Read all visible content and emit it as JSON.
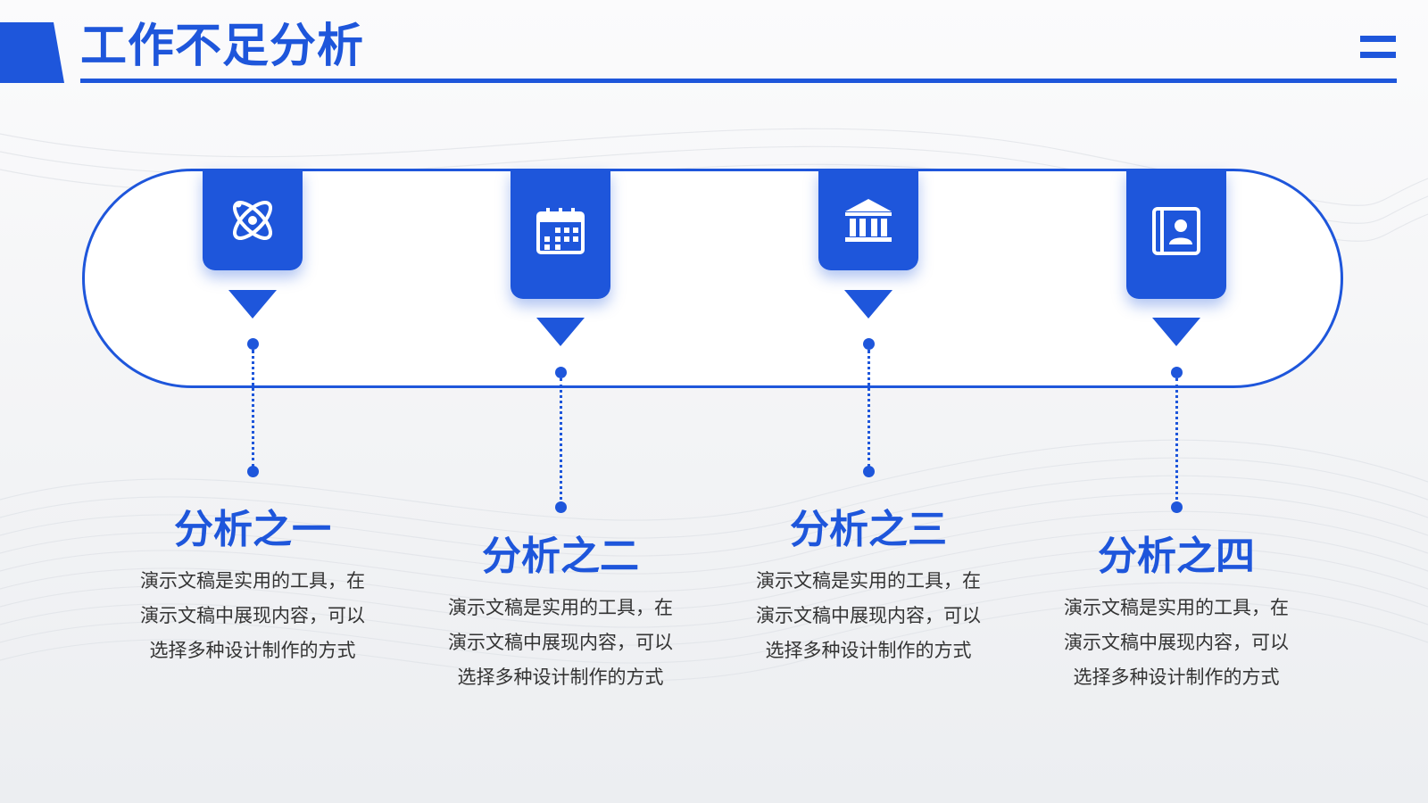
{
  "slide": {
    "title": "工作不足分析",
    "accent_color": "#1e56db",
    "menu_icon": "double-bar-icon"
  },
  "items": [
    {
      "icon": "atom-icon",
      "title": "分析之一",
      "lines": [
        "演示文稿是实用的工具，在",
        "演示文稿中展现内容，可以",
        "选择多种设计制作的方式"
      ]
    },
    {
      "icon": "calendar-icon",
      "title": "分析之二",
      "lines": [
        "演示文稿是实用的工具，在",
        "演示文稿中展现内容，可以",
        "选择多种设计制作的方式"
      ]
    },
    {
      "icon": "bank-icon",
      "title": "分析之三",
      "lines": [
        "演示文稿是实用的工具，在",
        "演示文稿中展现内容，可以",
        "选择多种设计制作的方式"
      ]
    },
    {
      "icon": "contact-book-icon",
      "title": "分析之四",
      "lines": [
        "演示文稿是实用的工具，在",
        "演示文稿中展现内容，可以",
        "选择多种设计制作的方式"
      ]
    }
  ]
}
